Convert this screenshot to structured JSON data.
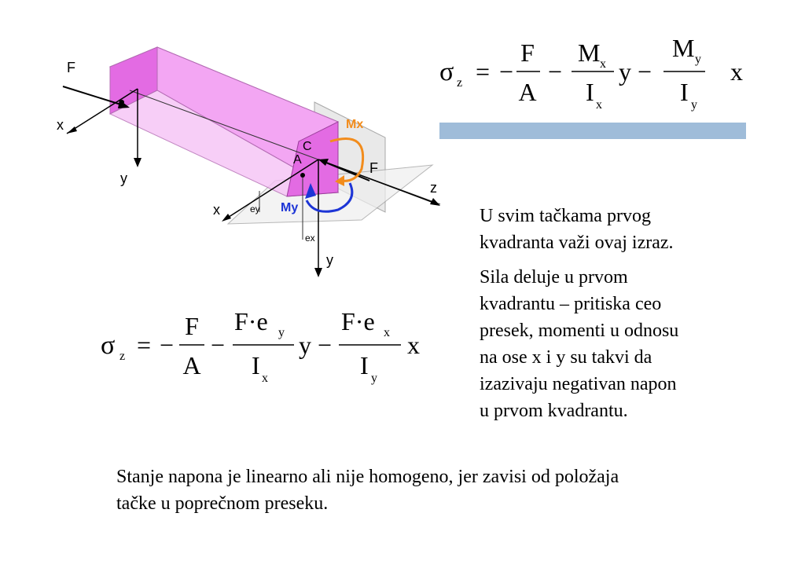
{
  "formula_top": {
    "sigma_sub": "z",
    "t1_num": "F",
    "t1_den": "A",
    "t2_num": "M",
    "t2_num_sub": "x",
    "t2_den": "I",
    "t2_den_sub": "x",
    "t2_var": "y",
    "t3_num": "M",
    "t3_num_sub": "y",
    "t3_den": "I",
    "t3_den_sub": "y",
    "t3_var": "x"
  },
  "formula_bottom": {
    "sigma_sub": "z",
    "t1_num": "F",
    "t1_den": "A",
    "t2_num": "F·e",
    "t2_num_sub": "y",
    "t2_den": "I",
    "t2_den_sub": "x",
    "t2_var": "y",
    "t3_num": "F·e",
    "t3_num_sub": "x",
    "t3_den": "I",
    "t3_den_sub": "y",
    "t3_var": "x"
  },
  "description": {
    "p1_l1": "U svim tačkama prvog",
    "p1_l2": "kvadranta važi ovaj izraz.",
    "p2_l1": "Sila deluje u prvom",
    "p2_l2": "kvadrantu – pritiska ceo",
    "p2_l3": "presek, momenti u odnosu",
    "p2_l4": "na ose x i y su takvi da",
    "p2_l5": "izazivaju negativan napon",
    "p2_l6": "u prvom kvadrantu."
  },
  "footer": {
    "line1": "Stanje napona je linearno ali nije homogeno, jer zavisi od položaja",
    "line2": "tačke u poprečnom preseku."
  },
  "diagram": {
    "label_F_left": "F",
    "label_x_left": "x",
    "label_y_left": "y",
    "label_C": "C",
    "label_A": "A",
    "label_Mx": "Mx",
    "label_My": "My",
    "label_F_right": "F",
    "label_z": "z",
    "label_x_right": "x",
    "label_y_right": "y",
    "label_ey": "ey",
    "label_ex": "ex"
  },
  "colors": {
    "accent_bar": "#9fbcd9",
    "beam_fill": "#f3a6f3",
    "beam_face": "#e36be3",
    "moment_x": "#f28c1c",
    "moment_y": "#1d35d6"
  }
}
